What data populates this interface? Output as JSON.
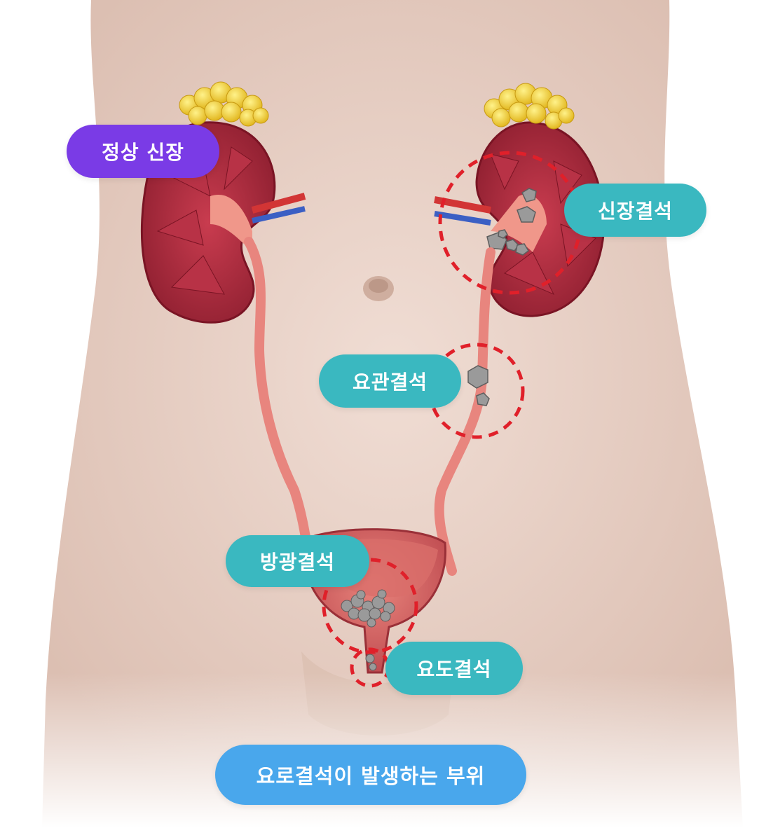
{
  "labels": {
    "normal_kidney": "정상 신장",
    "kidney_stone": "신장결석",
    "ureter_stone": "요관결석",
    "bladder_stone": "방광결석",
    "urethra_stone": "요도결석",
    "caption": "요로결석이 발생하는 부위"
  },
  "colors": {
    "normal_label": "#7a3be6",
    "stone_label": "#3ab8c0",
    "caption_label": "#49a7ec",
    "highlight_circle": "#e0202a",
    "skin": "#ebd5cb",
    "kidney": "#a8283b",
    "ureter": "#e8857e",
    "fat": "#f2cf2a",
    "stone": "#9a9a9a"
  },
  "icons": {
    "highlight": "dashed-circle",
    "stone": "stone-cluster"
  }
}
